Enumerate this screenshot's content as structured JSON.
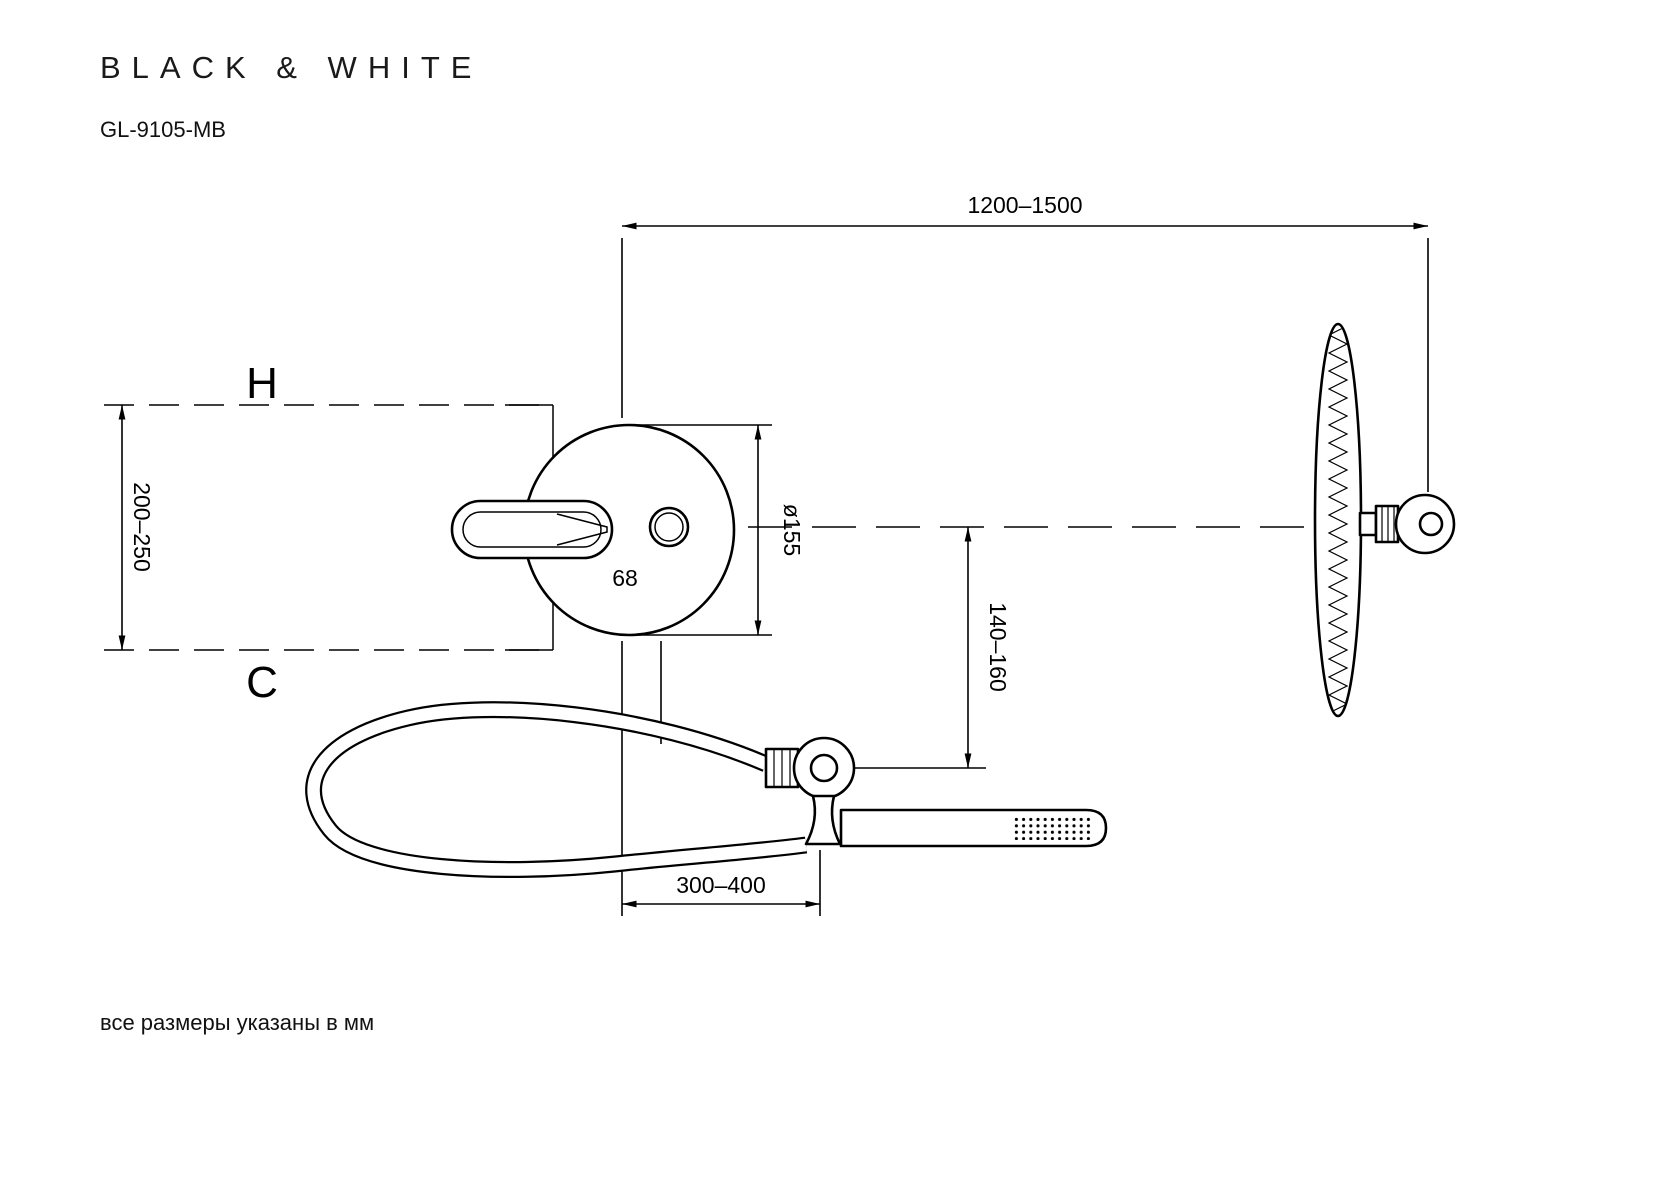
{
  "header": {
    "brand": "BLACK & WHITE",
    "model": "GL-9105-MB"
  },
  "drawing": {
    "labels": {
      "hot": "H",
      "cold": "C"
    },
    "dimensions": {
      "top_span": "1200–1500",
      "inlet_height": "200–250",
      "plate_diameter": "ø155",
      "handle_to_diverter": "68",
      "outlet_drop": "140–160",
      "handshower_offset": "300–400"
    }
  },
  "footer": {
    "note": "все размеры указаны в мм"
  },
  "colors": {
    "line": "#000000",
    "background": "#ffffff"
  }
}
